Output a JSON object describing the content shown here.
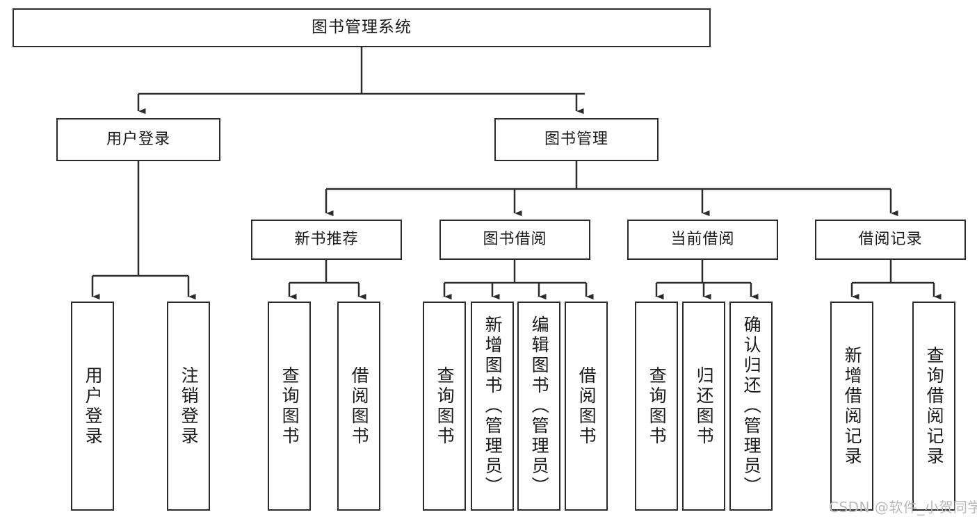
{
  "diagram": {
    "title": "图书管理系统",
    "type": "tree-hierarchy-chart",
    "orientation": "top-down",
    "colors": {
      "box_border": "#2b2b2b",
      "box_fill": "#ffffff",
      "connector": "#2b2b2b",
      "text": "#1a1a1a",
      "watermark": "#b9b9b9",
      "background": "#ffffff"
    },
    "watermark": "CSDN @软件_小贺同学"
  },
  "nodes": {
    "root": {
      "label": "图书管理系统"
    },
    "level2": [
      {
        "id": "user-login",
        "label": "用户登录"
      },
      {
        "id": "book-management",
        "label": "图书管理"
      }
    ],
    "level3": [
      {
        "id": "new-book-recommend",
        "label": "新书推荐"
      },
      {
        "id": "book-borrow",
        "label": "图书借阅"
      },
      {
        "id": "current-borrow",
        "label": "当前借阅"
      },
      {
        "id": "borrow-record",
        "label": "借阅记录"
      }
    ],
    "leaves": {
      "user_login": [
        {
          "id": "leaf-user-login",
          "label": "用户登录"
        },
        {
          "id": "leaf-logout-login",
          "label": "注销登录"
        }
      ],
      "new_book_recommend": [
        {
          "id": "leaf-query-book-1",
          "label": "查询图书"
        },
        {
          "id": "leaf-borrow-book-1",
          "label": "借阅图书"
        }
      ],
      "book_borrow": [
        {
          "id": "leaf-query-book-2",
          "label": "查询图书"
        },
        {
          "id": "leaf-add-book",
          "label": "新增图书（管理员）"
        },
        {
          "id": "leaf-edit-book",
          "label": "编辑图书（管理员）"
        },
        {
          "id": "leaf-borrow-book-2",
          "label": "借阅图书"
        }
      ],
      "current_borrow": [
        {
          "id": "leaf-query-book-3",
          "label": "查询图书"
        },
        {
          "id": "leaf-return-book",
          "label": "归还图书"
        },
        {
          "id": "leaf-confirm-return",
          "label": "确认归还（管理员）"
        }
      ],
      "borrow_record": [
        {
          "id": "leaf-add-record",
          "label": "新增借阅记录"
        },
        {
          "id": "leaf-query-record",
          "label": "查询借阅记录"
        }
      ]
    }
  },
  "chart_data": {
    "type": "tree",
    "title": "图书管理系统",
    "edges": [
      {
        "from": "图书管理系统",
        "to": "用户登录"
      },
      {
        "from": "图书管理系统",
        "to": "图书管理"
      },
      {
        "from": "用户登录",
        "to": "用户登录"
      },
      {
        "from": "用户登录",
        "to": "注销登录"
      },
      {
        "from": "图书管理",
        "to": "新书推荐"
      },
      {
        "from": "图书管理",
        "to": "图书借阅"
      },
      {
        "from": "图书管理",
        "to": "当前借阅"
      },
      {
        "from": "图书管理",
        "to": "借阅记录"
      },
      {
        "from": "新书推荐",
        "to": "查询图书"
      },
      {
        "from": "新书推荐",
        "to": "借阅图书"
      },
      {
        "from": "图书借阅",
        "to": "查询图书"
      },
      {
        "from": "图书借阅",
        "to": "新增图书（管理员）"
      },
      {
        "from": "图书借阅",
        "to": "编辑图书（管理员）"
      },
      {
        "from": "图书借阅",
        "to": "借阅图书"
      },
      {
        "from": "当前借阅",
        "to": "查询图书"
      },
      {
        "from": "当前借阅",
        "to": "归还图书"
      },
      {
        "from": "当前借阅",
        "to": "确认归还（管理员）"
      },
      {
        "from": "借阅记录",
        "to": "新增借阅记录"
      },
      {
        "from": "借阅记录",
        "to": "查询借阅记录"
      }
    ]
  }
}
